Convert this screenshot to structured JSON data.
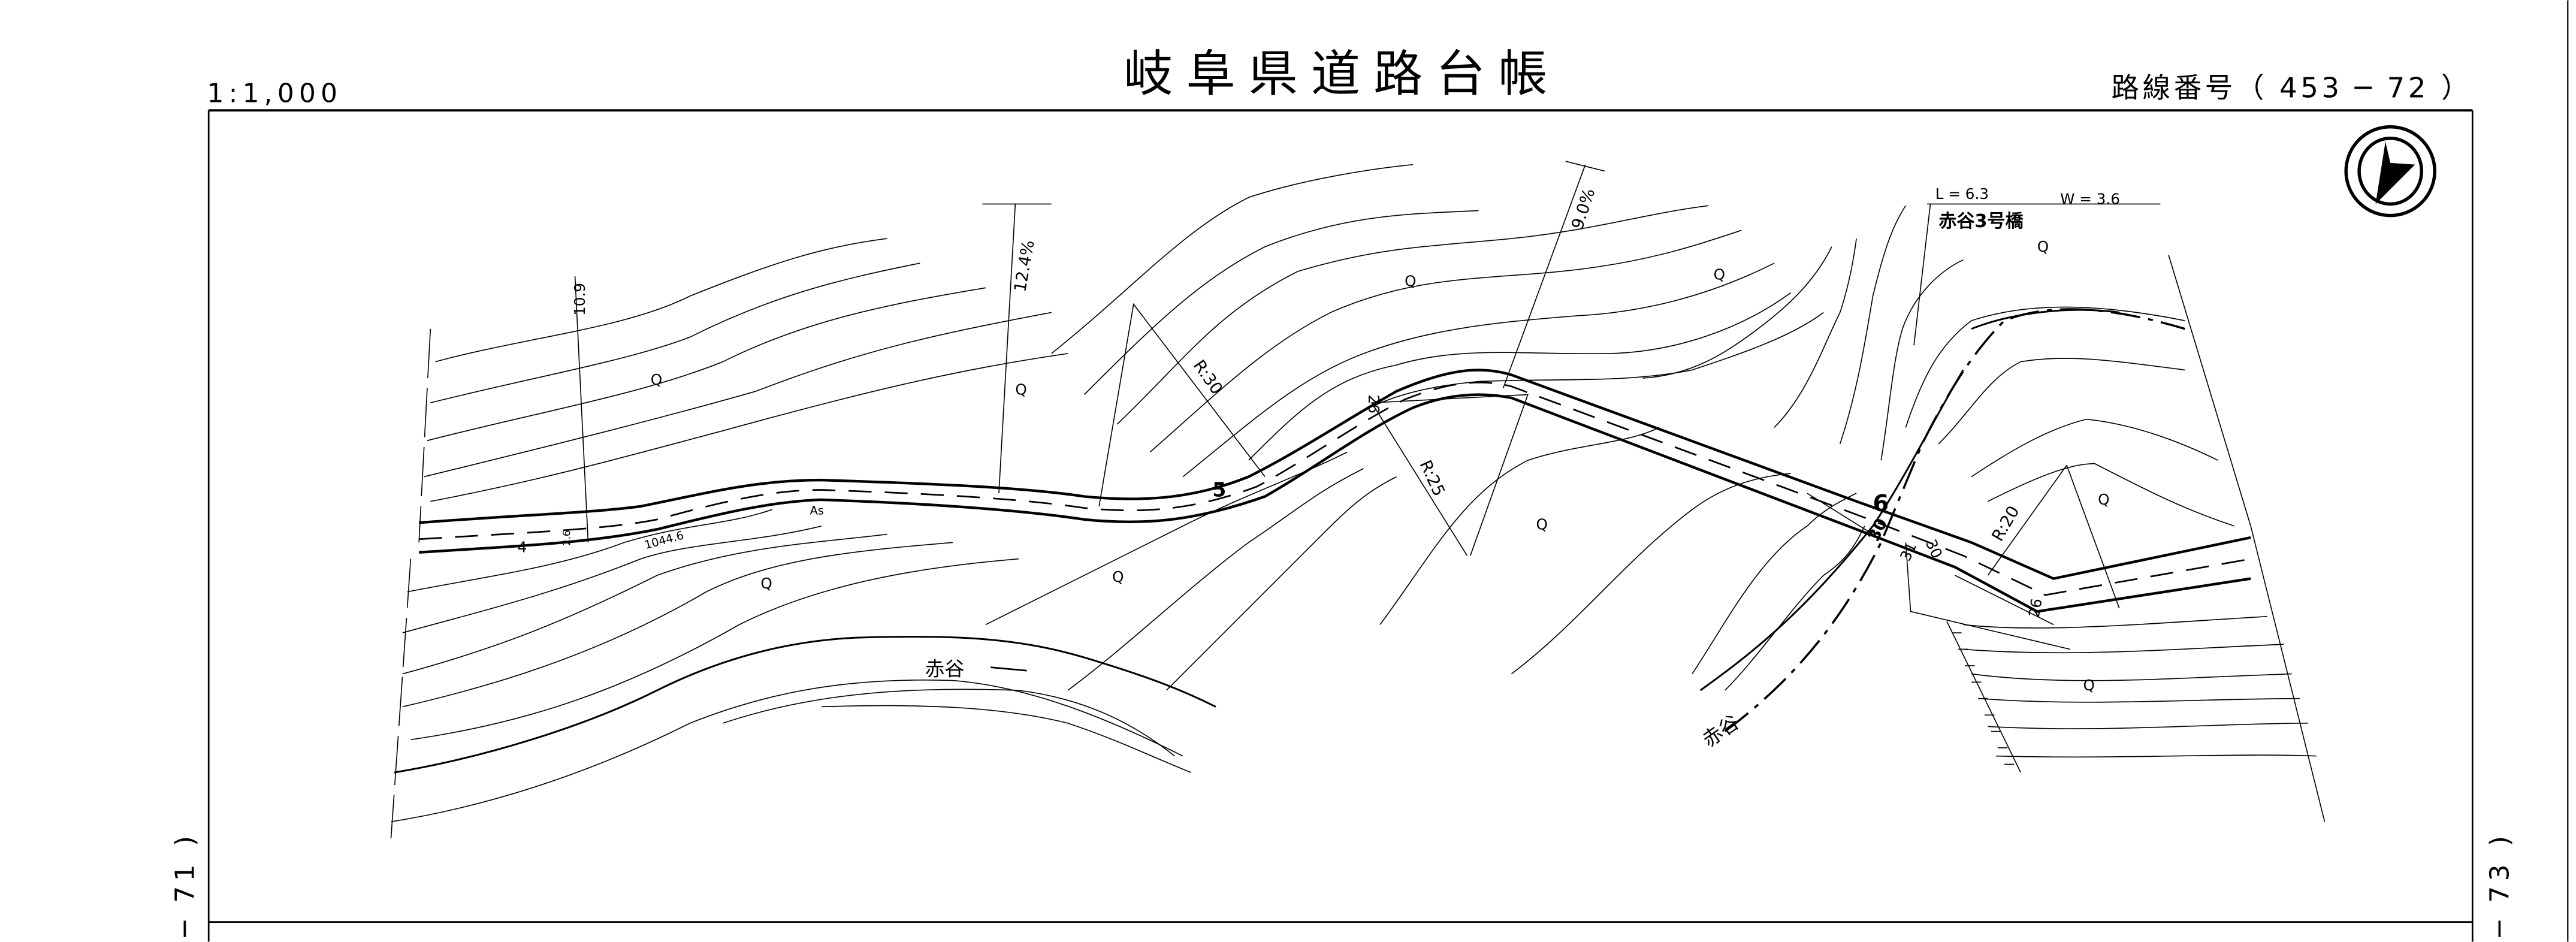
{
  "header": {
    "title": "岐阜県道路台帳",
    "scale": "1:1,000",
    "route_number": "路線番号（ 453 ─  72 ）"
  },
  "sheet_refs": {
    "left": "─ 71 )",
    "right": "─ 73 )"
  },
  "north_arrow": "north-arrow",
  "labels": {
    "grade_1": "10.9",
    "grade_2": "12.4%",
    "grade_3": "9.0%",
    "radius_1": "R:30",
    "radius_2": "R:25",
    "radius_3": "R:20",
    "width_1": "2.6",
    "width_2": "26",
    "width_3": "30",
    "width_4": "31",
    "width_5": "30",
    "width_6": "26",
    "station_4": "4",
    "station_5": "5",
    "station_6": "6",
    "elevation": "1044.6",
    "surface": "As",
    "river_1": "赤谷",
    "river_2": "赤谷",
    "bridge_name": "赤谷3号橋",
    "bridge_length": "L = 6.3",
    "bridge_width": "W = 3.6",
    "vegetation": "Q"
  }
}
